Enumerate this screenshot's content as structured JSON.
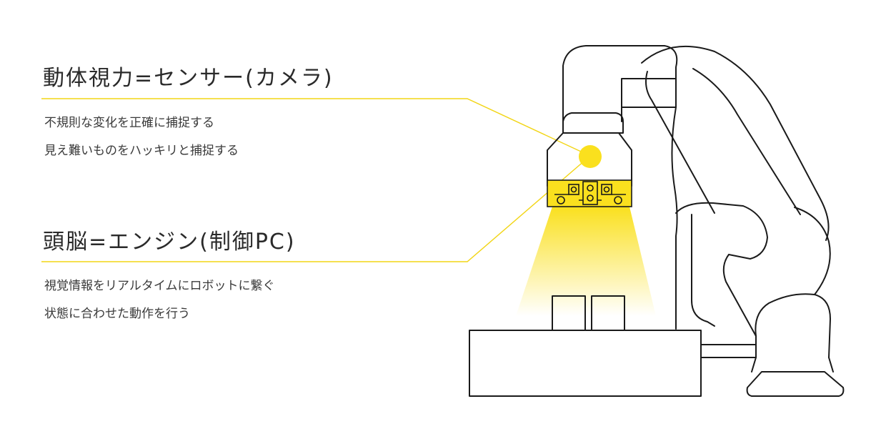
{
  "sections": [
    {
      "heading": "動体視力=センサー(カメラ)",
      "lines": [
        "不規則な変化を正確に捕捉する",
        "見え難いものをハッキリと捕捉する"
      ]
    },
    {
      "heading": "頭脳=エンジン(制御PC)",
      "lines": [
        "視覚情報をリアルタイムにロボットに繋ぐ",
        "状態に合わせた動作を行う"
      ]
    }
  ],
  "colors": {
    "accent": "#fae01e",
    "line": "#1a1a1a",
    "heading": "#2a2a2a",
    "text": "#3a3a3a"
  }
}
